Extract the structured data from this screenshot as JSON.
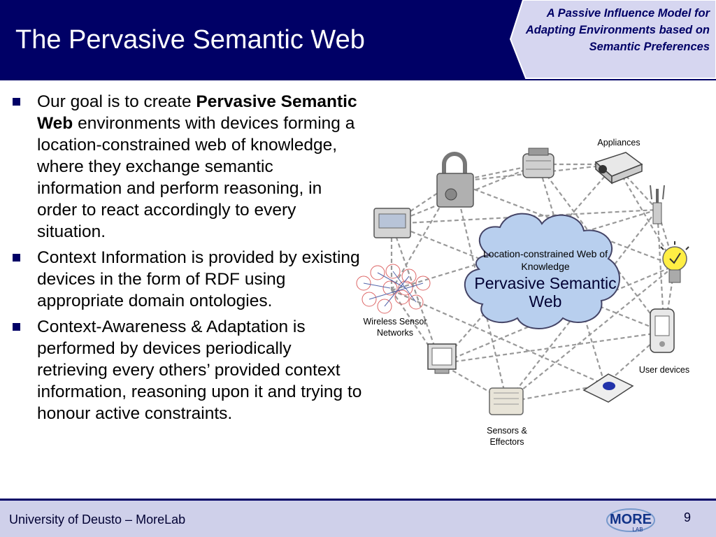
{
  "header": {
    "title": "The Pervasive Semantic Web",
    "subtitle": "A Passive Influence Model for Adapting Environments based on Semantic Preferences"
  },
  "bullets": [
    {
      "before": "Our goal is to create ",
      "bold": "Pervasive Semantic Web",
      "after": " environments with devices forming a location-constrained web of knowledge, where they exchange semantic information and perform reasoning, in order to react accordingly to every situation."
    },
    {
      "text": "Context Information is provided by existing devices in the form of RDF using appropriate domain ontologies."
    },
    {
      "text": "Context-Awareness & Adaptation is performed by devices periodically retrieving every others’ provided context information, reasoning upon it and trying to honour active constraints."
    }
  ],
  "diagram": {
    "cloud_small": "Location-constrained Web of Knowledge",
    "cloud_big": "Pervasive Semantic Web",
    "labels": {
      "appliances": "Appliances",
      "wsn": "Wireless Sensor Networks",
      "user_devices": "User devices",
      "sensors": "Sensors & Effectors"
    }
  },
  "footer": {
    "text": "University of Deusto – MoreLab",
    "page_number": "9",
    "logo_main": "MORE",
    "logo_sub": "LAB"
  },
  "colors": {
    "header": "#000066",
    "footer": "#cfd0ea",
    "tab": "#d6d6f0",
    "cloud": "#b8cfee"
  }
}
